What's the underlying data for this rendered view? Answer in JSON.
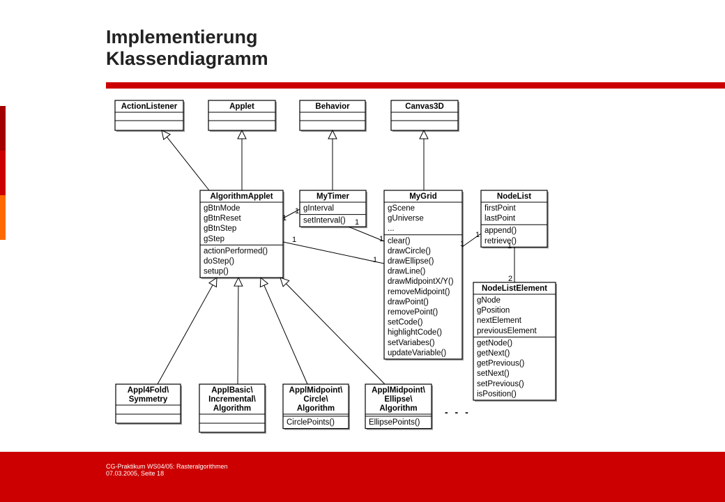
{
  "slide": {
    "title_line1": "Implementierung",
    "title_line2": "Klassendiagramm",
    "footer_line1": "CG-Praktikum WS04/05: Rasteralgorithmen",
    "footer_line2": "07.03.2005, Seite 18"
  },
  "colors": {
    "accent": "#cc0000",
    "side_dark": "#a30000",
    "side_orange": "#ff6a00"
  },
  "diagram": {
    "classes": {
      "actionlistener": {
        "name": [
          "ActionListener"
        ],
        "attributes": [],
        "methods": []
      },
      "applet": {
        "name": [
          "Applet"
        ],
        "attributes": [],
        "methods": []
      },
      "behavior": {
        "name": [
          "Behavior"
        ],
        "attributes": [],
        "methods": []
      },
      "canvas3d": {
        "name": [
          "Canvas3D"
        ],
        "attributes": [],
        "methods": []
      },
      "algorithmapplet": {
        "name": [
          "AlgorithmApplet"
        ],
        "attributes": [
          "gBtnMode",
          "gBtnReset",
          "gBtnStep",
          "gStep"
        ],
        "methods": [
          "actionPerformed()",
          "doStep()",
          "setup()"
        ]
      },
      "mytimer": {
        "name": [
          "MyTimer"
        ],
        "attributes": [
          "gInterval"
        ],
        "methods": [
          "setInterval()"
        ]
      },
      "mygrid": {
        "name": [
          "MyGrid"
        ],
        "attributes": [
          "gScene",
          "gUniverse",
          "..."
        ],
        "methods": [
          "clear()",
          "drawCircle()",
          "drawEllipse()",
          "drawLine()",
          "drawMidpointX/Y()",
          "removeMidpoint()",
          "drawPoint()",
          "removePoint()",
          "setCode()",
          "highlightCode()",
          "setVariabes()",
          "updateVariable()"
        ]
      },
      "nodelist": {
        "name": [
          "NodeList"
        ],
        "attributes": [
          "firstPoint",
          "lastPoint"
        ],
        "methods": [
          "append()",
          "retrieve()"
        ]
      },
      "nodelistelement": {
        "name": [
          "NodeListElement"
        ],
        "attributes": [
          "gNode",
          "gPosition",
          "nextElement",
          "previousElement"
        ],
        "methods": [
          "getNode()",
          "getNext()",
          "getPrevious()",
          "setNext()",
          "setPrevious()",
          "isPosition()"
        ]
      },
      "appl4fold": {
        "name": [
          "Appl4Fold\\",
          "Symmetry"
        ],
        "attributes": [],
        "methods": []
      },
      "applbasic": {
        "name": [
          "ApplBasic\\",
          "Incremental\\",
          "Algorithm"
        ],
        "attributes": [],
        "methods": []
      },
      "applcircle": {
        "name": [
          "ApplMidpoint\\",
          "Circle\\",
          "Algorithm"
        ],
        "attributes": [],
        "methods": [
          "CirclePoints()"
        ]
      },
      "applellipse": {
        "name": [
          "ApplMidpoint\\",
          "Ellipse\\",
          "Algorithm"
        ],
        "attributes": [],
        "methods": [
          "EllipsePoints()"
        ]
      }
    },
    "multiplicities": {
      "aa_timer_a": "1",
      "aa_timer_b": "1",
      "timer_grid_a": "1",
      "timer_grid_b": "1",
      "aa_grid_a": "1",
      "aa_grid_b": "1",
      "grid_list_a": "1",
      "grid_list_b": "1",
      "list_elem_a": "1",
      "list_elem_b": "2"
    },
    "ellipsis": "- - -"
  }
}
